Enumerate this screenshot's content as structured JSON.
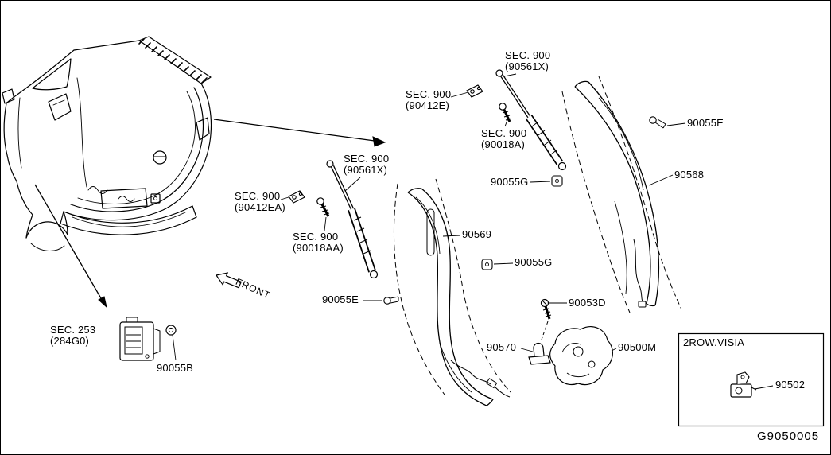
{
  "diagram": {
    "code": "G9050005",
    "front_label": "FRONT",
    "inset_label": "2ROW.VISIA"
  },
  "labels": {
    "sec900_top": {
      "line1": "SEC. 900",
      "line2": "(90561X)"
    },
    "sec900_90412e": {
      "line1": "SEC. 900",
      "line2": "(90412E)"
    },
    "sec900_90018a": {
      "line1": "SEC. 900",
      "line2": "(90018A)"
    },
    "p90055e_right": "90055E",
    "p90568": "90568",
    "p90055g_upper": "90055G",
    "sec900_mid": {
      "line1": "SEC. 900",
      "line2": "(90561X)"
    },
    "sec900_90412ea": {
      "line1": "SEC. 900",
      "line2": "(90412EA)"
    },
    "sec900_90018aa": {
      "line1": "SEC. 900",
      "line2": "(90018AA)"
    },
    "p90569": "90569",
    "p90055g_lower": "90055G",
    "p90055e_left": "90055E",
    "p90053d": "90053D",
    "p90570": "90570",
    "p90500m": "90500M",
    "sec253": {
      "line1": "SEC. 253",
      "line2": "(284G0)"
    },
    "p90055b": "90055B",
    "p90502": "90502"
  }
}
